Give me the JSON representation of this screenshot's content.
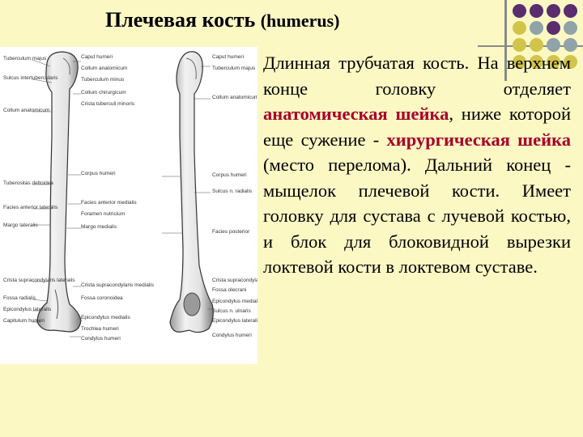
{
  "title": {
    "main": "Плечевая кость",
    "latin": "(humerus)"
  },
  "colors": {
    "background": "#fbf8c4",
    "highlight": "#a8002a",
    "dots": [
      "#5b2d6e",
      "#5b2d6e",
      "#5b2d6e",
      "#5b2d6e",
      "#d2c44a",
      "#8fa3a8",
      "#5b2d6e",
      "#8fa3a8",
      "#d2c44a",
      "#d2c44a",
      "#8fa3a8",
      "#8fa3a8",
      "#d2c44a",
      "#d2c44a",
      "#d2c44a",
      "#d2c44a"
    ]
  },
  "figure": {
    "left_labels": [
      "Tuberculum majus",
      "Sulcus intertubercularis",
      "Collum anatomicum",
      "Tuberositas deltoidea",
      "Facies anterior lateralis",
      "Margo lateralis",
      "Crista supracondylaris lateralis",
      "Fossa radialis",
      "Epicondylus lateralis",
      "Capitulum humeri"
    ],
    "mid_labels": [
      "Caput humeri",
      "Collum anatomicum",
      "Tuberculum minus",
      "Collum chirurgicum",
      "Crista tuberculi minoris",
      "Corpus humeri",
      "Facies anterior medialis",
      "Foramen nutricium",
      "Margo medialis",
      "Crista supracondylaris medialis",
      "Fossa coronoidea",
      "Epicondylus medialis",
      "Trochlea humeri",
      "Condylus humeri"
    ],
    "right_labels": [
      "Caput humeri",
      "Tuberculum majus",
      "Collum anatomicum",
      "Corpus humeri",
      "Sulcus n. radialis",
      "Facies posterior",
      "Crista supracondylaris medialis",
      "Fossa olecrani",
      "Epicondylus medialis",
      "Sulcus n. ulnaris",
      "Epicondylus lateralis",
      "Condylus humeri"
    ]
  },
  "body_text": {
    "p1": "Длинная трубчатая кость. На верхнем конце головку отделяет",
    "h1": "анатомическая шейка",
    "p2": ", ниже которой еще сужение -",
    "h2": "хирургическая шейка",
    "p3": "(место перелома). Дальний конец - мыщелок плечевой кости. Имеет головку для сустава с лучевой костью, и блок для блоковидной вырезки локтевой кости в локтевом суставе."
  }
}
